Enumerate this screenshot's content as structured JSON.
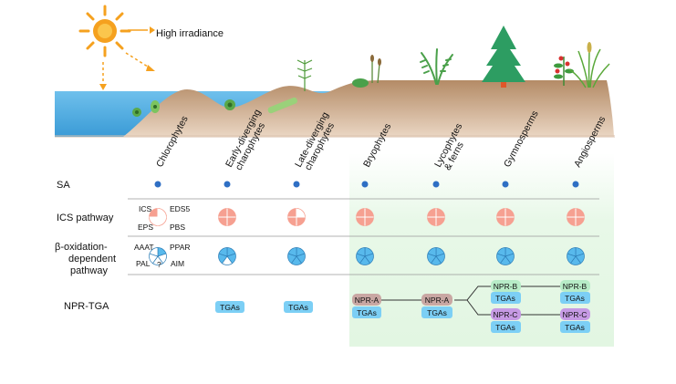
{
  "title_annotation": "High irradiance",
  "columns": [
    {
      "lines": [
        "Chlorophytes"
      ]
    },
    {
      "lines": [
        "Early-diverging",
        "charophytes"
      ]
    },
    {
      "lines": [
        "Late-diverging",
        "charophytes"
      ]
    },
    {
      "lines": [
        "Bryophytes"
      ]
    },
    {
      "lines": [
        "Lycophytes",
        "& ferns"
      ]
    },
    {
      "lines": [
        "Gymnosperms"
      ]
    },
    {
      "lines": [
        "Angiosperms"
      ]
    }
  ],
  "rows": {
    "sa": "SA",
    "ics": "ICS pathway",
    "beta": [
      "β-oxidation-",
      "dependent",
      "pathway"
    ],
    "npr": "NPR-TGA"
  },
  "ics_legend": {
    "ics": "ICS",
    "eds5": "EDS5",
    "eps": "EPS",
    "pbs": "PBS"
  },
  "beta_legend": {
    "aaat": "AAAT",
    "ppar": "PPAR",
    "pal": "PAL",
    "aim": "AIM",
    "unknown": "?"
  },
  "tags": {
    "tgas": "TGAs",
    "npr_a": "NPR-A",
    "npr_b": "NPR-B",
    "npr_c": "NPR-C"
  },
  "colors": {
    "sa_dot": "#2f6fc4",
    "ics_fill": "#f6a091",
    "beta_fill": "#58b9ec",
    "tgas_fill": "#7ccff5",
    "npr_a_fill": "#c9a7a3",
    "npr_b_fill": "#b7ecc7",
    "npr_c_fill": "#c69ae4",
    "land_highlight": "#e3f8e3",
    "water": "#4aa8e0",
    "soil": "#c9a98a",
    "sun": "#f5a11f"
  }
}
